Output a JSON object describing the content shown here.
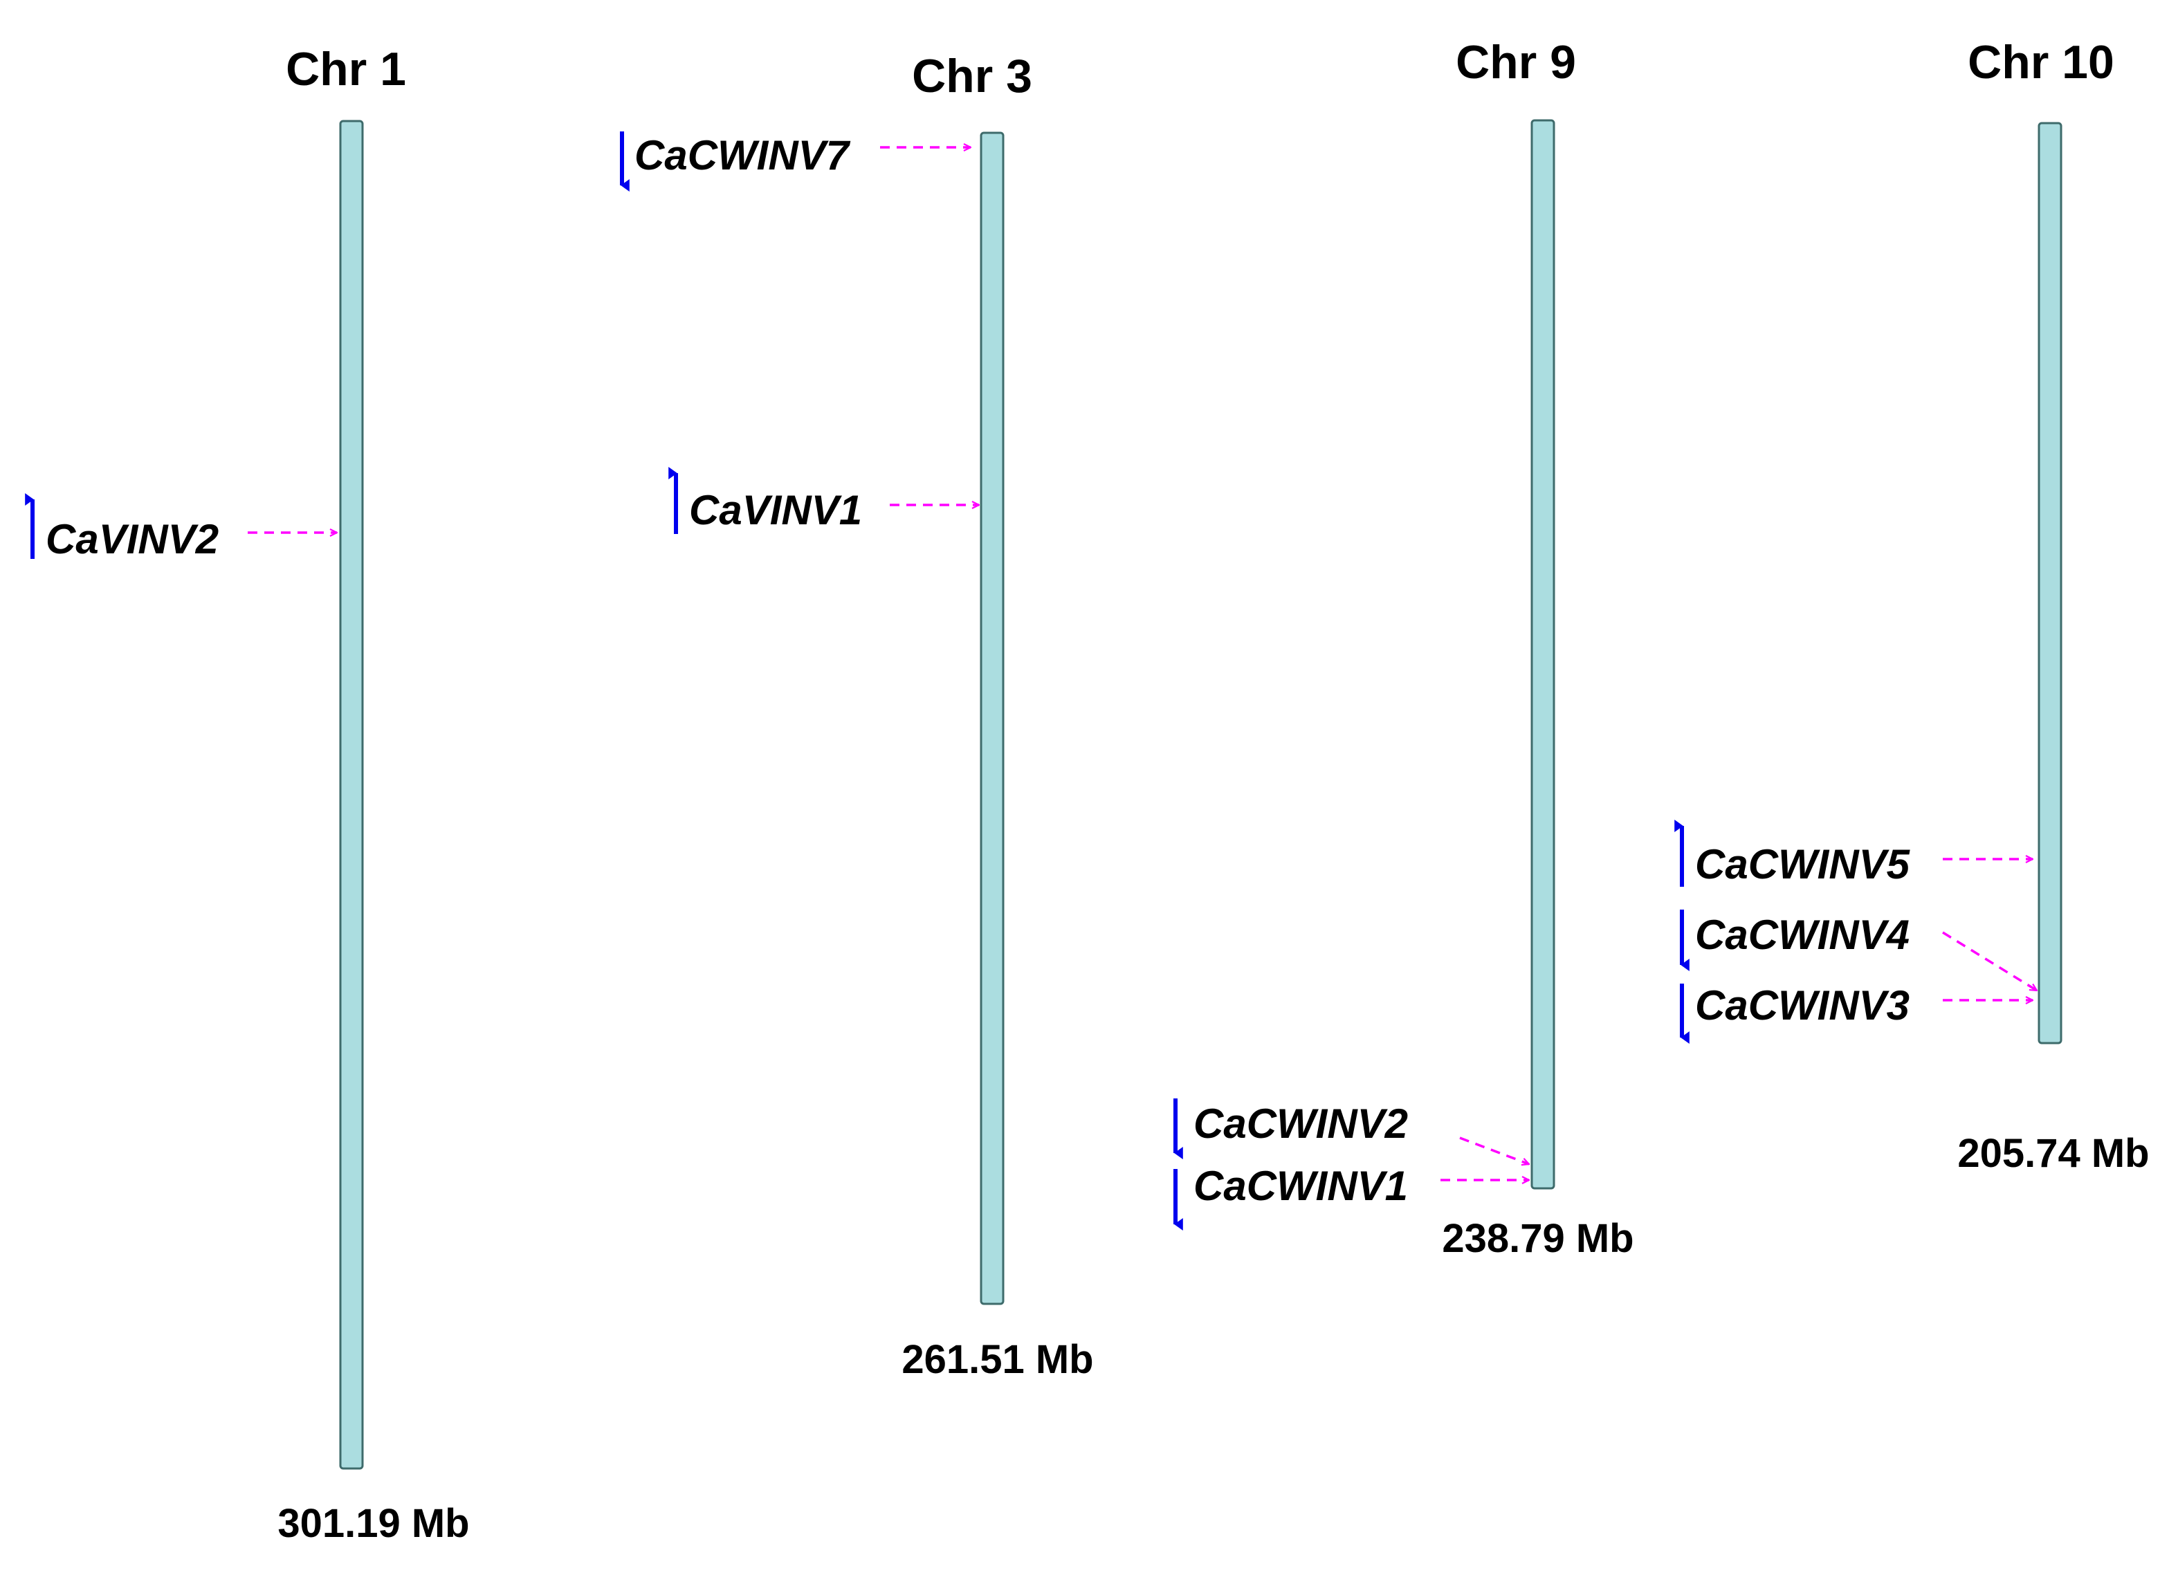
{
  "colors": {
    "chromosome_fill": "#abdde0",
    "chromosome_stroke": "#3e6b6b",
    "pointer": "#ff00ff",
    "strand_arrow": "#0000ee",
    "text": "#000000"
  },
  "chromosomes": [
    {
      "id": "chr1",
      "title": "Chr 1",
      "length_label": "301.19 Mb",
      "length_mb": 301.19,
      "genes": [
        {
          "name": "CaVINV2",
          "strand": "up"
        }
      ]
    },
    {
      "id": "chr3",
      "title": "Chr 3",
      "length_label": "261.51 Mb",
      "length_mb": 261.51,
      "genes": [
        {
          "name": "CaCWINV7",
          "strand": "down"
        },
        {
          "name": "CaVINV1",
          "strand": "up"
        }
      ]
    },
    {
      "id": "chr9",
      "title": "Chr 9",
      "length_label": "238.79 Mb",
      "length_mb": 238.79,
      "genes": [
        {
          "name": "CaCWINV2",
          "strand": "down"
        },
        {
          "name": "CaCWINV1",
          "strand": "down"
        }
      ]
    },
    {
      "id": "chr10",
      "title": "Chr 10",
      "length_label": "205.74 Mb",
      "length_mb": 205.74,
      "genes": [
        {
          "name": "CaCWINV5",
          "strand": "up"
        },
        {
          "name": "CaCWINV4",
          "strand": "down"
        },
        {
          "name": "CaCWINV3",
          "strand": "down"
        }
      ]
    }
  ]
}
